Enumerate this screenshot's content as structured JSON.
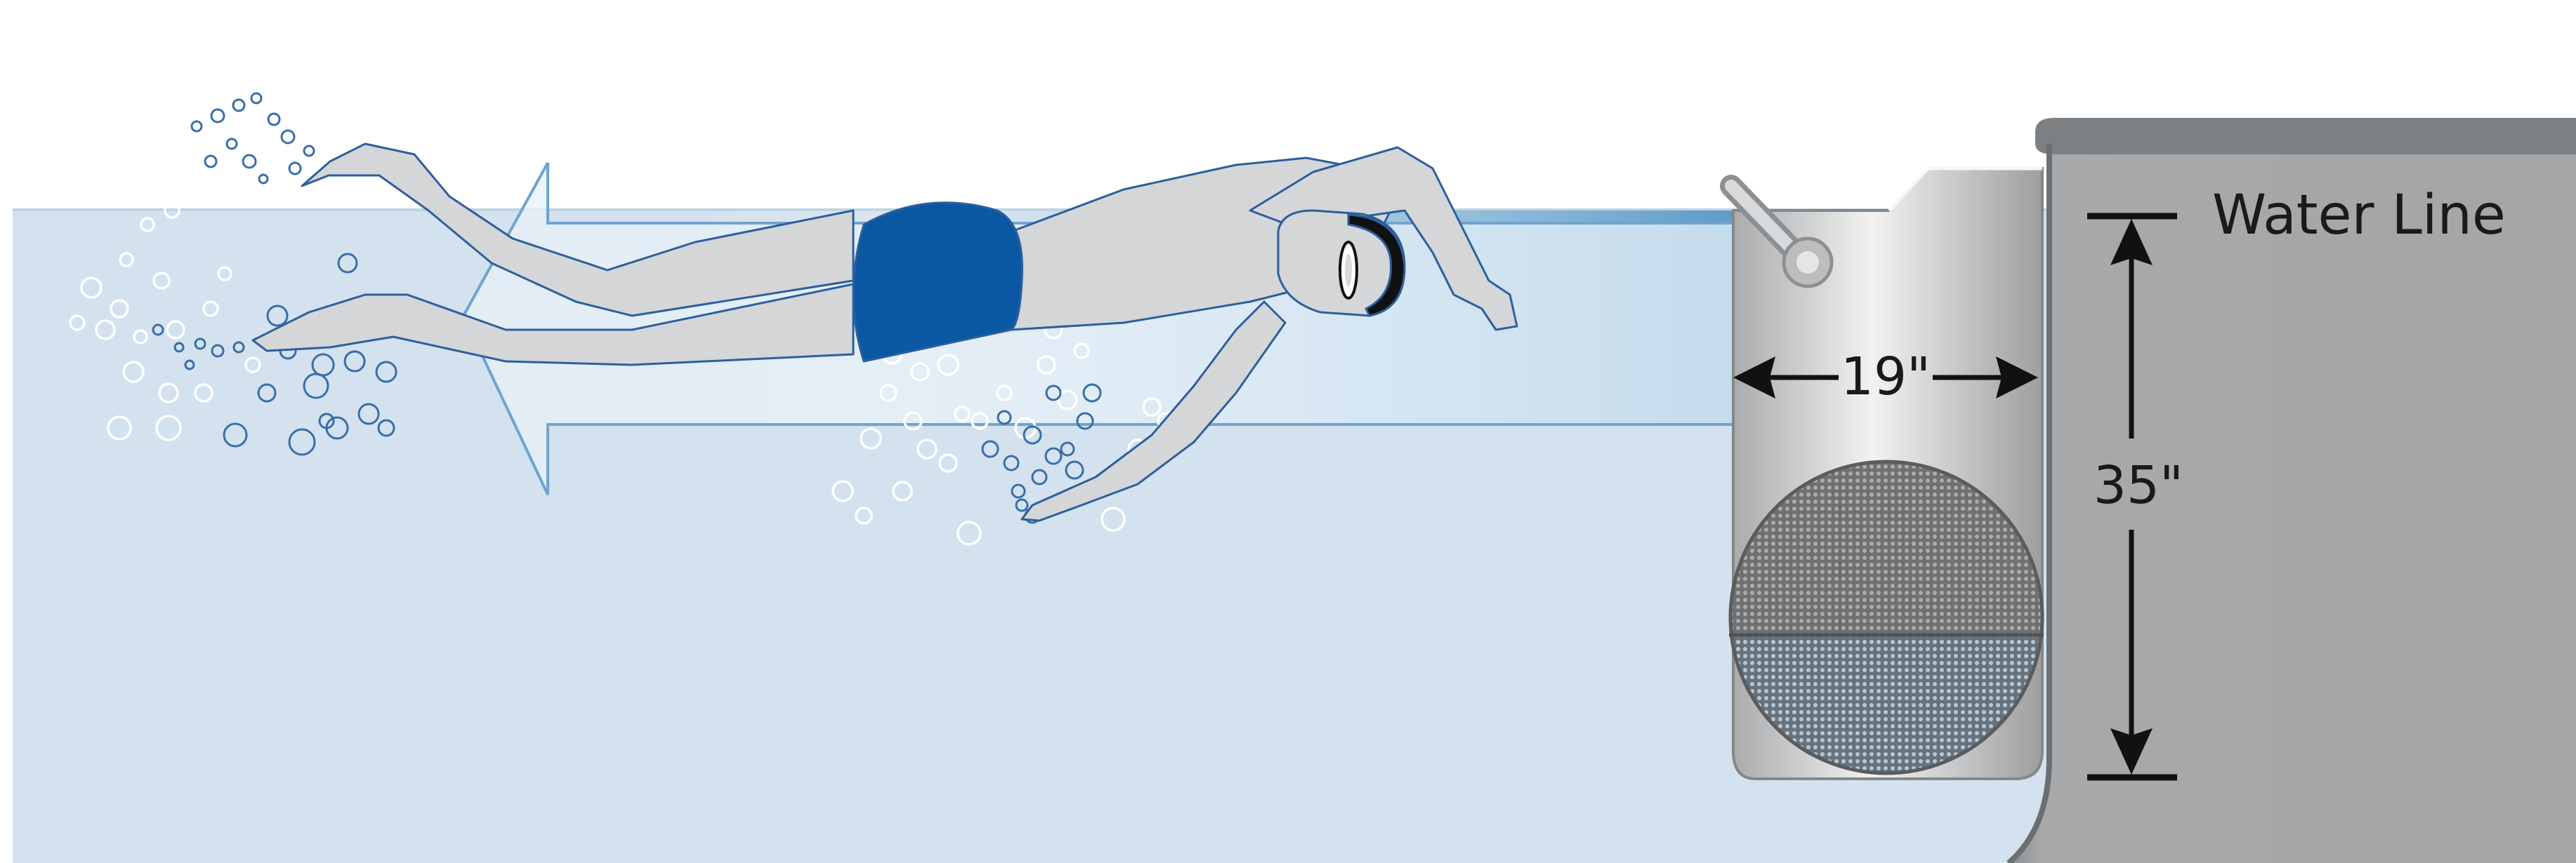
{
  "labels": {
    "water_line": "Water Line",
    "width": "19\"",
    "height": "35\""
  },
  "colors": {
    "water": "#d3e2ee",
    "water_shadow": "#bfd2e2",
    "stream": "#5d9cc8",
    "arrow_fill": "#e7f0f8",
    "arrow_stroke": "#6fa4cf",
    "swimmer_skin": "#d4d6d8",
    "swimmer_outline": "#2d5f9c",
    "swimsuit": "#0a58a3",
    "goggles": "#111111",
    "bubble_dark": "#3a6ea8",
    "bubble_light": "#ffffff",
    "wall": "#a3a5a7",
    "wall_dark": "#7f8284",
    "housing": "#c9cacb",
    "grille": "#7d7f81",
    "dimension_line": "#111111"
  },
  "icons": {
    "swimmer": "swimmer-icon",
    "flow_arrow": "flow-arrow-icon",
    "ladder_handle": "ladder-handle-icon",
    "grille": "grille-icon"
  }
}
